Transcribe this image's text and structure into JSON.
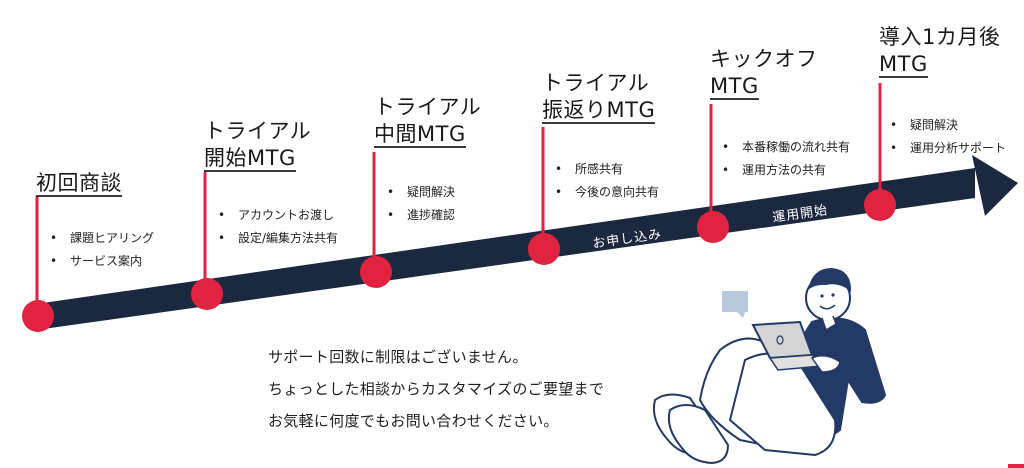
{
  "colors": {
    "accent_red": "#e0243f",
    "navy": "#1c2840",
    "illustration_navy": "#243a66",
    "speech_bubble": "#b8c9de",
    "text": "#1f1f1f"
  },
  "stages": [
    {
      "title_lines": [
        "初回商談"
      ],
      "bullets": [
        "課題ヒアリング",
        "サービス案内"
      ]
    },
    {
      "title_lines": [
        "トライアル",
        "開始MTG"
      ],
      "bullets": [
        "アカウントお渡し",
        "設定/編集方法共有"
      ]
    },
    {
      "title_lines": [
        "トライアル",
        "中間MTG"
      ],
      "bullets": [
        "疑問解決",
        "進捗確認"
      ]
    },
    {
      "title_lines": [
        "トライアル",
        "振返りMTG"
      ],
      "bullets": [
        "所感共有",
        "今後の意向共有"
      ]
    },
    {
      "title_lines": [
        "キックオフ",
        "MTG"
      ],
      "bullets": [
        "本番稼働の流れ共有",
        "運用方法の共有"
      ]
    },
    {
      "title_lines": [
        "導入1カ月後",
        "MTG"
      ],
      "bullets": [
        "疑問解決",
        "運用分析サポート"
      ]
    }
  ],
  "band_labels": {
    "apply": "お申し込み",
    "start_operation": "運用開始"
  },
  "message": {
    "lines": [
      "サポート回数に制限はございません。",
      "ちょっとした相談からカスタマイズのご要望まで",
      "お気軽に何度でもお問い合わせください。"
    ]
  },
  "illustration": {
    "icon": "person-with-laptop-illustration",
    "bubble_icon": "speech-bubble-icon"
  }
}
